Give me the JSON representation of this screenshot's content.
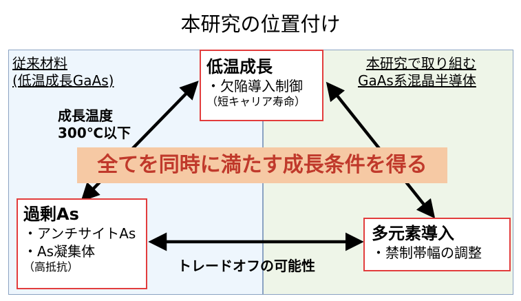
{
  "title": "本研究の位置付け",
  "panels": {
    "left_label": [
      "従来材料",
      "(低温成長GaAs)"
    ],
    "right_label": [
      "本研究で取り組む",
      "GaAs系混晶半導体"
    ]
  },
  "boxes": {
    "top": {
      "title": "低温成長",
      "lines": [
        "・欠陥導入制御"
      ],
      "note": "（短キャリア寿命）"
    },
    "left": {
      "title": "過剰As",
      "lines": [
        "・アンチサイトAs",
        "・As凝集体"
      ],
      "note": "（高抵抗）"
    },
    "right": {
      "title": "多元素導入",
      "lines": [
        "・禁制帯幅の調整"
      ]
    }
  },
  "labels": {
    "condition": [
      "成長温度",
      "300℃以下"
    ],
    "tradeoff": "トレードオフの可能性"
  },
  "banner": "全てを同時に満たす成長条件を得る",
  "colors": {
    "box_border": "#e23c3c",
    "banner_bg": "#f6c9a4",
    "banner_text": "#c0392b",
    "left_panel": "#eef6fd",
    "right_panel": "#eef5e8"
  }
}
